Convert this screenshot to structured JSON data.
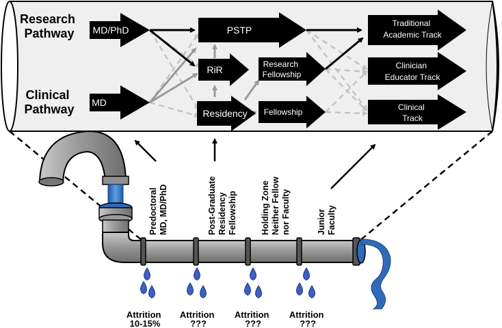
{
  "pathways": {
    "research": [
      "Research",
      "Pathway"
    ],
    "clinical": [
      "Clinical",
      "Pathway"
    ]
  },
  "nodes": {
    "mdphd": "MD/PhD",
    "md": "MD",
    "pstp": "PSTP",
    "rir": "RiR",
    "residency": "Residency",
    "research_fellowship": [
      "Research",
      "Fellowship"
    ],
    "fellowship": "Fellowship",
    "traditional": [
      "Traditional",
      "Academic Track"
    ],
    "clinician_educator": [
      "Clinician",
      "Educator Track"
    ],
    "clinical_track": [
      "Clinical",
      "Track"
    ]
  },
  "stages": {
    "predoctoral": [
      "Predoctoral",
      "MD, MD/PhD"
    ],
    "postgrad": [
      "Post-Graduate",
      "Residency",
      "Fellowship"
    ],
    "holding": [
      "Holding Zone",
      "Neither Fellow",
      "nor Faculty"
    ],
    "junior": [
      "Junior",
      "Faculty"
    ]
  },
  "attrition": [
    {
      "label": "Attrition",
      "value": "10-15%"
    },
    {
      "label": "Attrition",
      "value": "???"
    },
    {
      "label": "Attrition",
      "value": "???"
    },
    {
      "label": "Attrition",
      "value": "???"
    }
  ],
  "colors": {
    "box": "#000000",
    "solid_gray": "#9a9a9a",
    "dashed_gray": "#c4c4c4",
    "panel": "#efefef",
    "pipe": "#8f8f8f",
    "water": "#2f6bb8",
    "drop": "#3d5fc4"
  }
}
